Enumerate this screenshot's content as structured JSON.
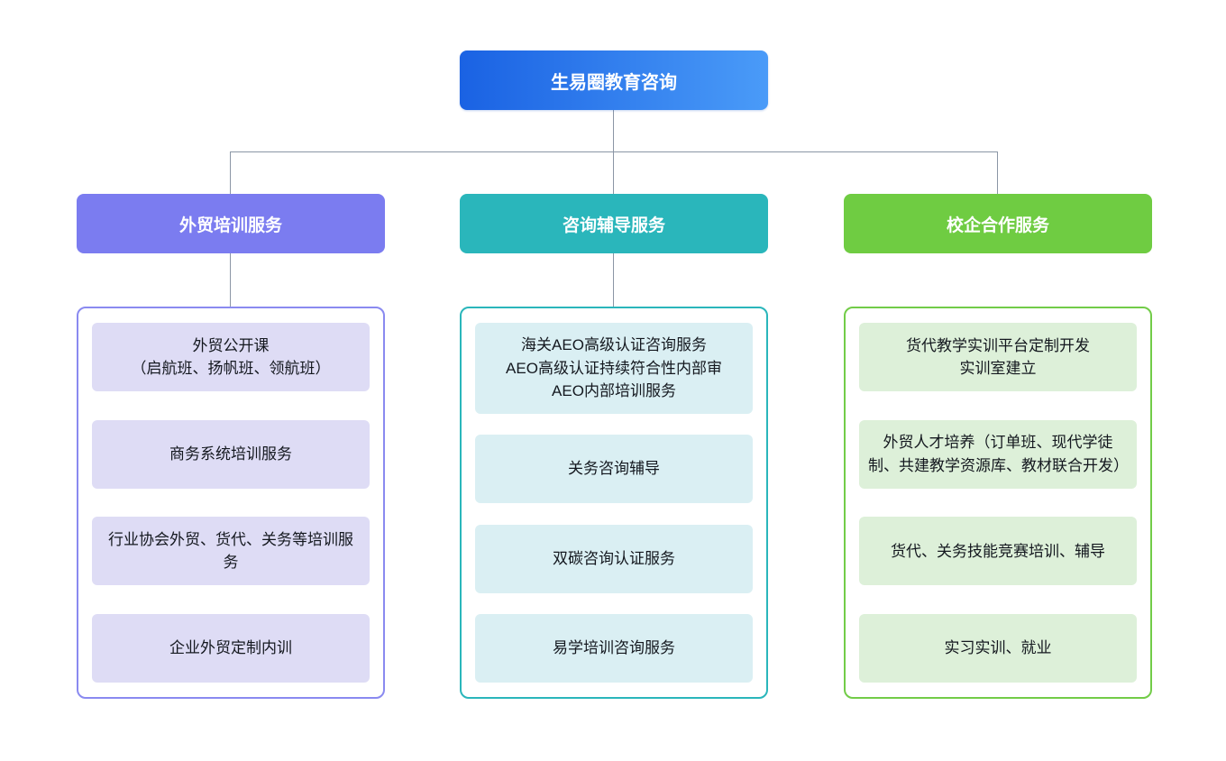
{
  "root": {
    "label": "生易圈教育咨询"
  },
  "colors": {
    "root_gradient_start": "#1a62e3",
    "root_gradient_end": "#4a9bf8",
    "branch1": "#7b7cf0",
    "branch2": "#2ab6bb",
    "branch3": "#6fcc42",
    "branch1_item_bg": "#dedcf5",
    "branch2_item_bg": "#daeff3",
    "branch3_item_bg": "#ddf0d9",
    "connector": "#8b96a5"
  },
  "branches": [
    {
      "title": "外贸培训服务",
      "items": [
        {
          "text": "外贸公开课\n（启航班、扬帆班、领航班）"
        },
        {
          "text": "商务系统培训服务"
        },
        {
          "text": "行业协会外贸、货代、关务等培训服务"
        },
        {
          "text": "企业外贸定制内训"
        }
      ]
    },
    {
      "title": "咨询辅导服务",
      "items": [
        {
          "text": "海关AEO高级认证咨询服务\nAEO高级认证持续符合性内部审\nAEO内部培训服务"
        },
        {
          "text": "关务咨询辅导"
        },
        {
          "text": "双碳咨询认证服务"
        },
        {
          "text": "易学培训咨询服务"
        }
      ]
    },
    {
      "title": "校企合作服务",
      "items": [
        {
          "text": "货代教学实训平台定制开发\n实训室建立"
        },
        {
          "text": "外贸人才培养（订单班、现代学徒制、共建教学资源库、教材联合开发）"
        },
        {
          "text": "货代、关务技能竞赛培训、辅导"
        },
        {
          "text": "实习实训、就业"
        }
      ]
    }
  ]
}
